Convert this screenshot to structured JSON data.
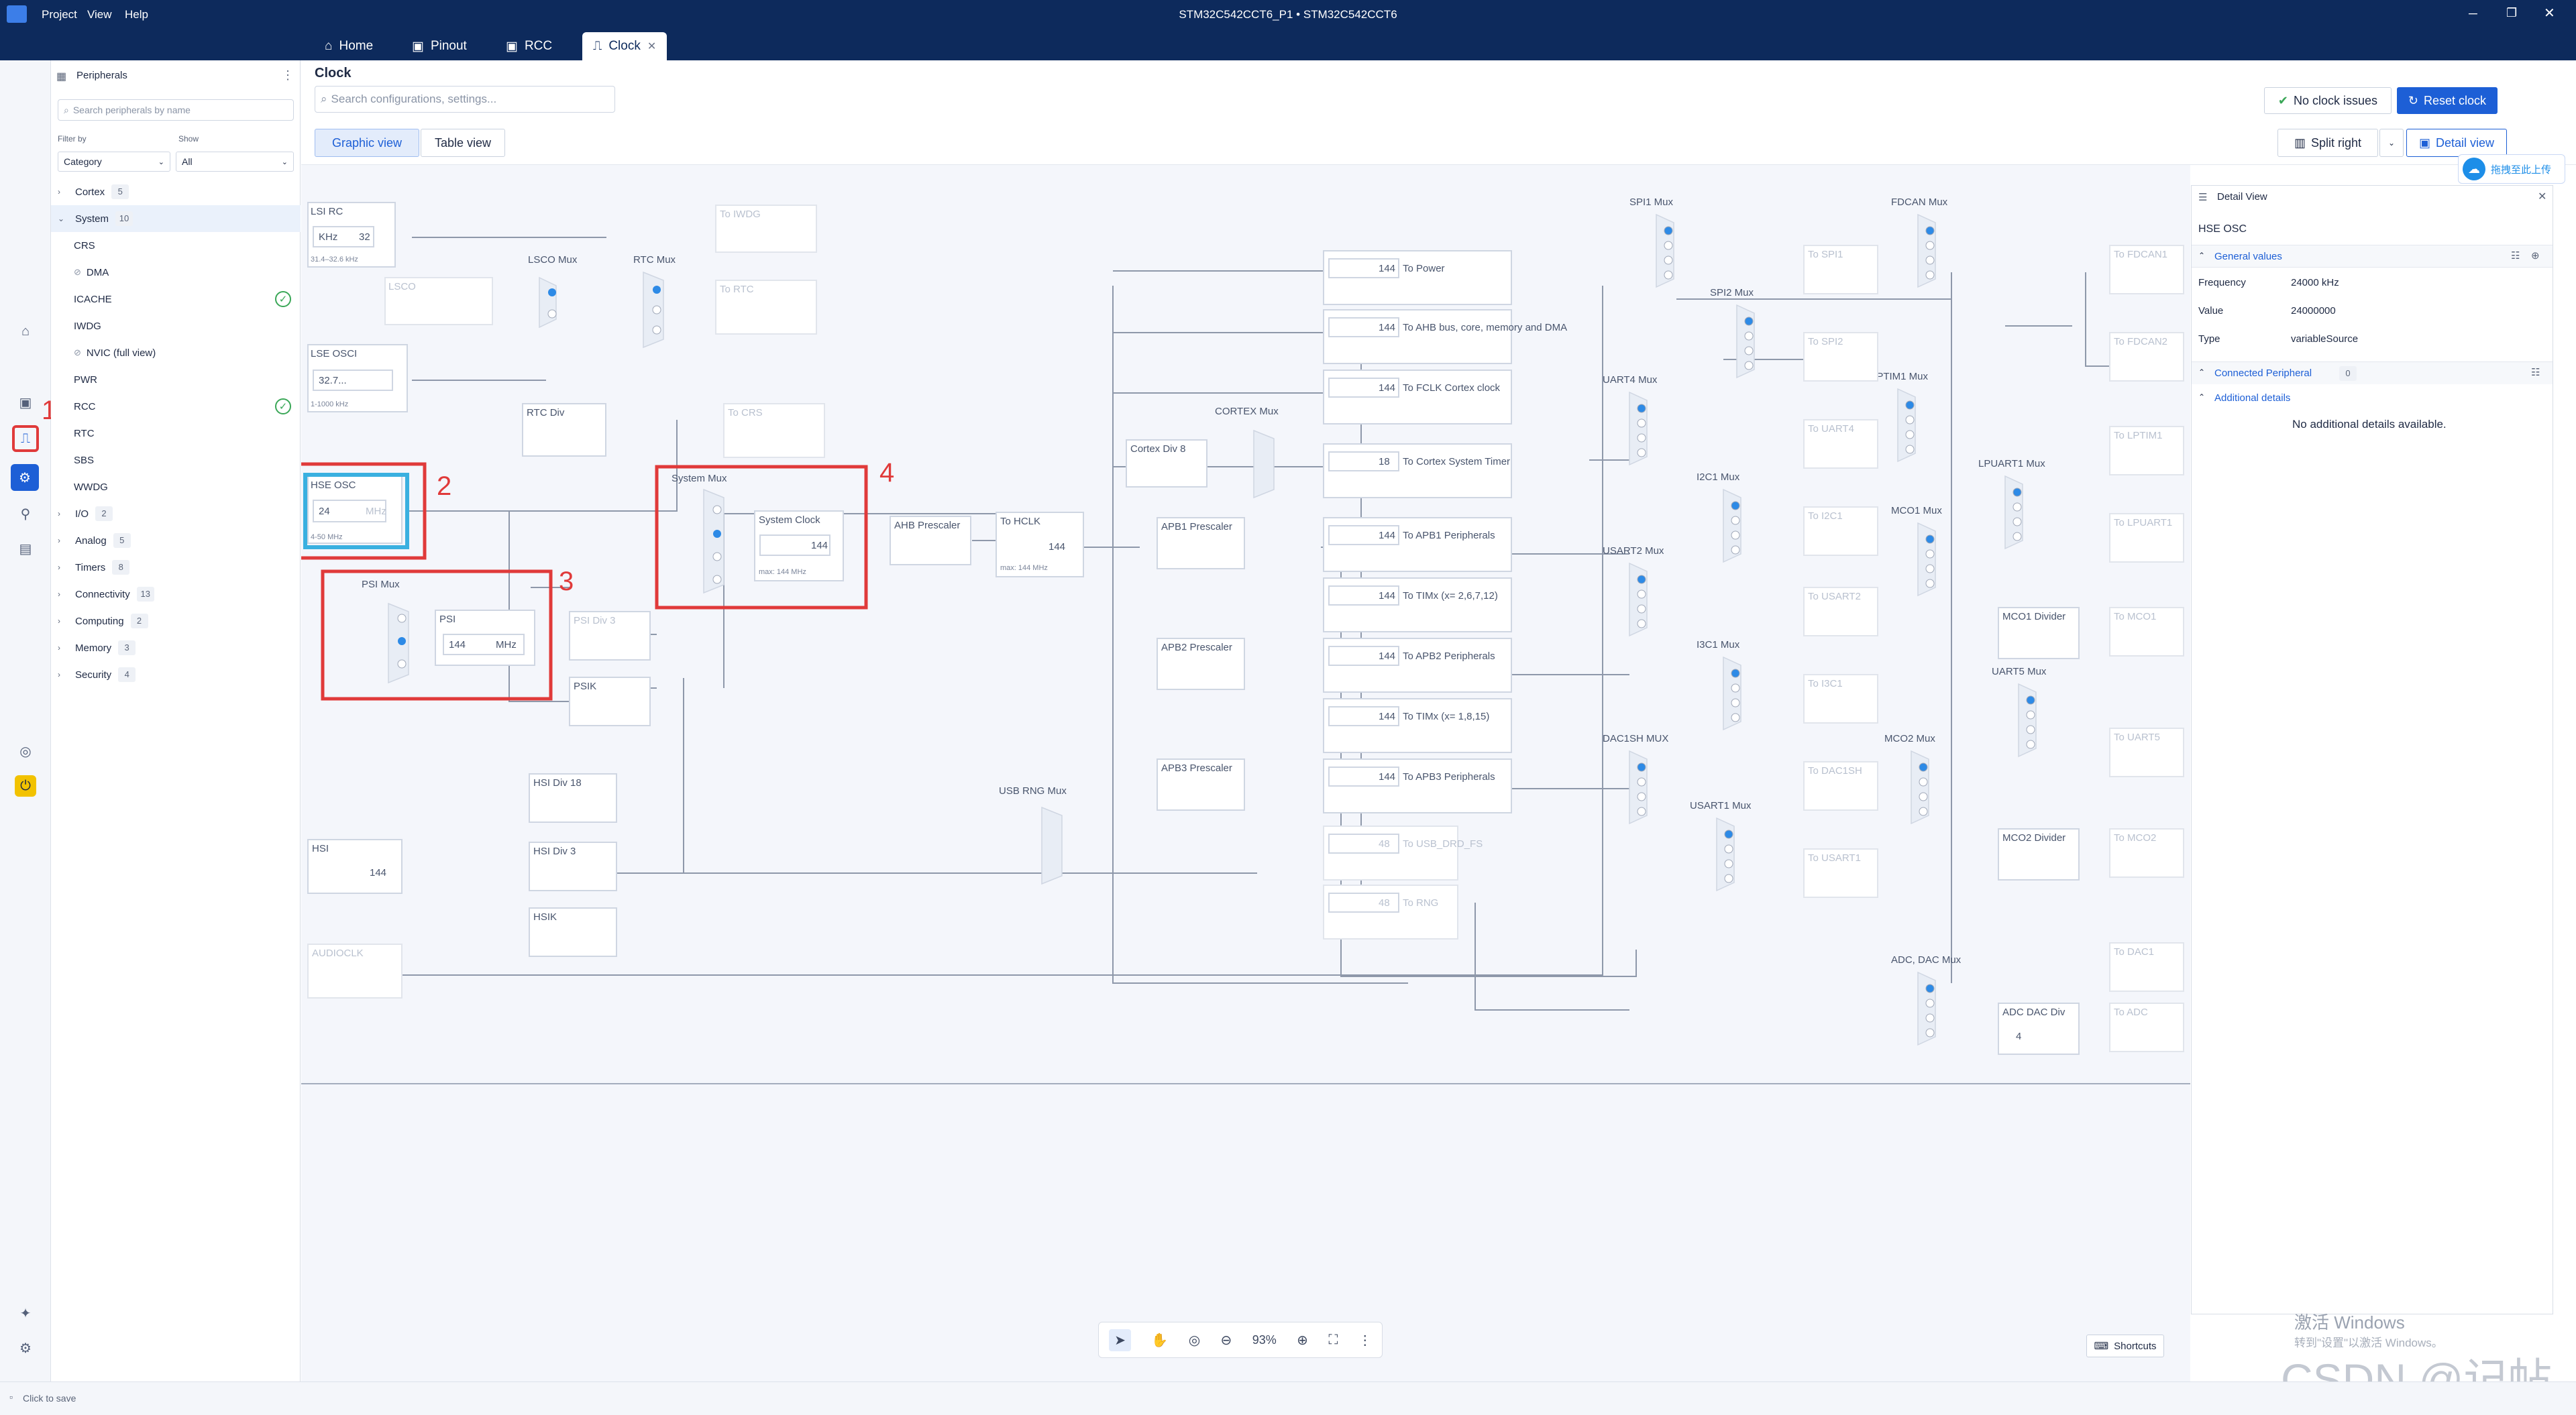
{
  "titlebar": {
    "menu": [
      "Project",
      "View",
      "Help"
    ],
    "title": "STM32C542CCT6_P1  •  STM32C542CCT6",
    "logo_icon": "app-logo-icon"
  },
  "tabs": [
    {
      "label": "Home",
      "icon": "home-icon"
    },
    {
      "label": "Pinout",
      "icon": "chip-icon"
    },
    {
      "label": "RCC",
      "icon": "chip-icon"
    },
    {
      "label": "Clock",
      "icon": "clock-wave-icon",
      "active": true
    }
  ],
  "sidebar": {
    "title": "Peripherals",
    "search_placeholder": "Search peripherals by name",
    "filter_label": "Filter by",
    "show_label": "Show",
    "filter_value": "Category",
    "show_value": "All",
    "categories": [
      {
        "label": "Cortex",
        "count": "5"
      },
      {
        "label": "System",
        "count": "10",
        "expanded": true
      },
      {
        "label": "I/O",
        "count": "2"
      },
      {
        "label": "Analog",
        "count": "5"
      },
      {
        "label": "Timers",
        "count": "8"
      },
      {
        "label": "Connectivity",
        "count": "13"
      },
      {
        "label": "Computing",
        "count": "2"
      },
      {
        "label": "Memory",
        "count": "3"
      },
      {
        "label": "Security",
        "count": "4"
      }
    ],
    "system_items": [
      "CRS",
      "DMA",
      "ICACHE",
      "IWDG",
      "NVIC (full view)",
      "PWR",
      "RCC",
      "RTC",
      "SBS",
      "WWDG"
    ]
  },
  "main": {
    "page_title": "Clock",
    "search_placeholder": "Search configurations, settings...",
    "no_issues_label": "No clock issues",
    "reset_label": "Reset clock",
    "graphic_view": "Graphic view",
    "table_view": "Table view",
    "split_right": "Split right",
    "detail_view": "Detail view",
    "upload_label": "拖拽至此上传",
    "shortcuts": "Shortcuts",
    "zoom": "93%"
  },
  "annotations": [
    "1",
    "2",
    "3",
    "4"
  ],
  "diagram": {
    "lsi_rc": "LSI RC",
    "lsi_val": "32",
    "lsi_unit": "KHz",
    "lsi_range": "31.4–32.6 kHz",
    "lsco": "LSCO",
    "lsco_mux": "LSCO Mux",
    "rtc_mux": "RTC Mux",
    "to_iwdg": "To IWDG",
    "to_rtc": "To RTC",
    "lse_osc": "LSE OSCI",
    "lse_val": "32.7...",
    "lse_range": "1-1000 kHz",
    "rtc_div": "RTC Div",
    "to_crs": "To CRS",
    "hse_osc": "HSE OSC",
    "hse_val": "24",
    "hse_unit": "MHz",
    "hse_range": "4-50 MHz",
    "psi_mux": "PSI Mux",
    "psi": "PSI",
    "psi_val": "144",
    "psi_unit": "MHz",
    "psi_div3": "PSI Div 3",
    "psik": "PSIK",
    "system_mux": "System Mux",
    "system_clock": "System Clock",
    "sys_val": "144",
    "sys_max": "max: 144 MHz",
    "ahb_prescaler": "AHB Prescaler",
    "to_hclk": "To HCLK",
    "hclk_val": "144",
    "hclk_max": "max: 144 MHz",
    "cortex_div8": "Cortex Div 8",
    "cortex_mux": "CORTEX Mux",
    "apb1": "APB1 Prescaler",
    "apb2": "APB2 Prescaler",
    "apb3": "APB3 Prescaler",
    "outputs": [
      {
        "val": "144",
        "label": "To Power"
      },
      {
        "val": "144",
        "label": "To AHB bus, core, memory and DMA"
      },
      {
        "val": "144",
        "label": "To FCLK Cortex clock"
      },
      {
        "val": "18",
        "label": "To Cortex System Timer"
      },
      {
        "val": "144",
        "label": "To APB1 Peripherals"
      },
      {
        "val": "144",
        "label": "To TIMx (x= 2,6,7,12)"
      },
      {
        "val": "144",
        "label": "To APB2 Peripherals"
      },
      {
        "val": "144",
        "label": "To TIMx (x= 1,8,15)"
      },
      {
        "val": "144",
        "label": "To APB3 Peripherals"
      },
      {
        "val": "48",
        "label": "To USB_DRD_FS"
      },
      {
        "val": "48",
        "label": "To RNG"
      }
    ],
    "hsi": "HSI",
    "hsi_val": "144",
    "hsi_div18": "HSI Div 18",
    "hsi_div3": "HSI Div 3",
    "hsik": "HSIK",
    "audioclk": "AUDIOCLK",
    "usb_rng_mux": "USB RNG Mux",
    "right_muxes": [
      "SPI1 Mux",
      "SPI2 Mux",
      "UART4 Mux",
      "I2C1 Mux",
      "USART2 Mux",
      "I3C1 Mux",
      "DAC1SH MUX",
      "USART1 Mux",
      "FDCAN Mux",
      "LPTIM1 Mux",
      "LPUART1 Mux",
      "MCO1 Mux",
      "UART5 Mux",
      "MCO2 Mux",
      "ADC, DAC Mux"
    ],
    "right_outputs": [
      "To SPI1",
      "To SPI2",
      "To UART4",
      "To I2C1",
      "To USART2",
      "To I3C1",
      "To DAC1SH",
      "To USART1",
      "To FDCAN1",
      "To FDCAN2",
      "To LPTIM1",
      "To LPUART1",
      "To MCO1",
      "To UART5",
      "To MCO2",
      "To DAC1",
      "To ADC"
    ],
    "mco1_div": "MCO1 Divider",
    "mco2_div": "MCO2 Divider",
    "adc_dac_div": "ADC DAC Div",
    "adc_div_val": "4"
  },
  "detail_panel": {
    "title": "Detail View",
    "subject": "HSE OSC",
    "general_values": "General values",
    "rows": [
      {
        "key": "Frequency",
        "value": "24000 kHz"
      },
      {
        "key": "Value",
        "value": "24000000"
      },
      {
        "key": "Type",
        "value": "variableSource"
      }
    ],
    "connected": "Connected Peripheral",
    "connected_count": "0",
    "additional": "Additional details",
    "no_details": "No additional details available."
  },
  "watermark": {
    "line1": "激活 Windows",
    "line2": "转到\"设置\"以激活 Windows。",
    "csdn": "CSDN @记帖"
  },
  "statusbar": {
    "text": "Click to save"
  }
}
